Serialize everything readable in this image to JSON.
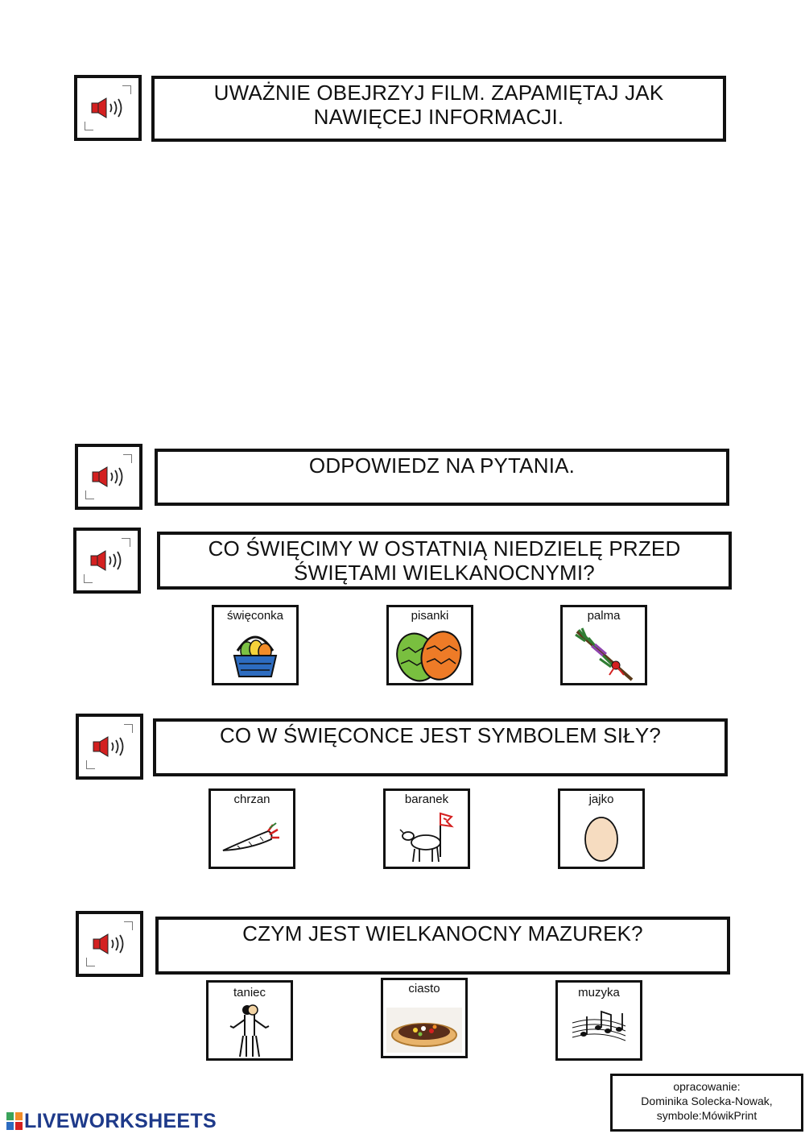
{
  "instructions": {
    "watch_line1": "UWAŻNIE OBEJRZYJ FILM. ZAPAMIĘTAJ JAK",
    "watch_line2": "NAWIĘCEJ INFORMACJI.",
    "answer": "ODPOWIEDZ NA PYTANIA."
  },
  "questions": [
    {
      "line1": "CO ŚWIĘCIMY W OSTATNIĄ NIEDZIELĘ PRZED",
      "line2": "ŚWIĘTAMI WIELKANOCNYMI?",
      "options": [
        "święconka",
        "pisanki",
        "palma"
      ]
    },
    {
      "line1": "CO W ŚWIĘCONCE JEST SYMBOLEM SIŁY?",
      "options": [
        "chrzan",
        "baranek",
        "jajko"
      ]
    },
    {
      "line1": "CZYM JEST WIELKANOCNY MAZUREK?",
      "options": [
        "taniec",
        "ciasto",
        "muzyka"
      ]
    }
  ],
  "credit": {
    "line1": "opracowanie:",
    "line2": "Dominika Solecka-Nowak,",
    "line3": "symbole:MówikPrint"
  },
  "brand": "LIVEWORKSHEETS",
  "icons": [
    "speaker-icon",
    "basket-icon",
    "eggs-icon",
    "palm-icon",
    "horseradish-icon",
    "lamb-icon",
    "egg-icon",
    "dancers-icon",
    "cake-icon",
    "music-notes-icon"
  ],
  "colors": {
    "speaker_red": "#d42020",
    "border": "#111111",
    "brand_blue": "#1e3a8a"
  }
}
